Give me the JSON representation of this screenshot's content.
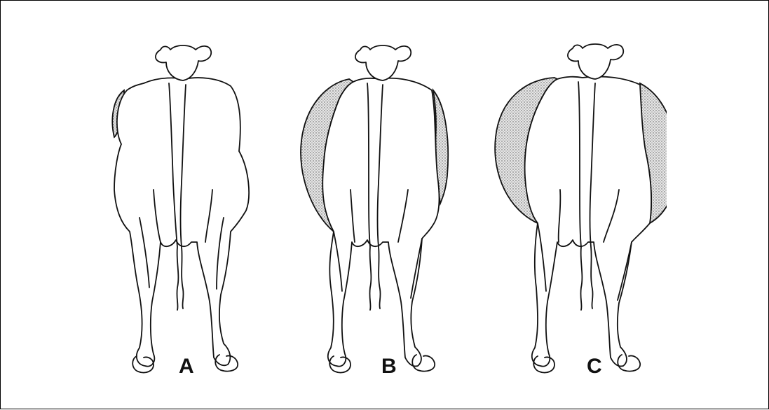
{
  "figure": {
    "panels": [
      {
        "id": "A",
        "label": "A",
        "rumen_fill": 0.2
      },
      {
        "id": "B",
        "label": "B",
        "rumen_fill": 0.6
      },
      {
        "id": "C",
        "label": "C",
        "rumen_fill": 1.0
      }
    ]
  },
  "colors": {
    "line": "#111111",
    "shading": "#bdbdbd",
    "background": "#ffffff"
  },
  "icons": [
    "cow-rear-view-icon"
  ]
}
